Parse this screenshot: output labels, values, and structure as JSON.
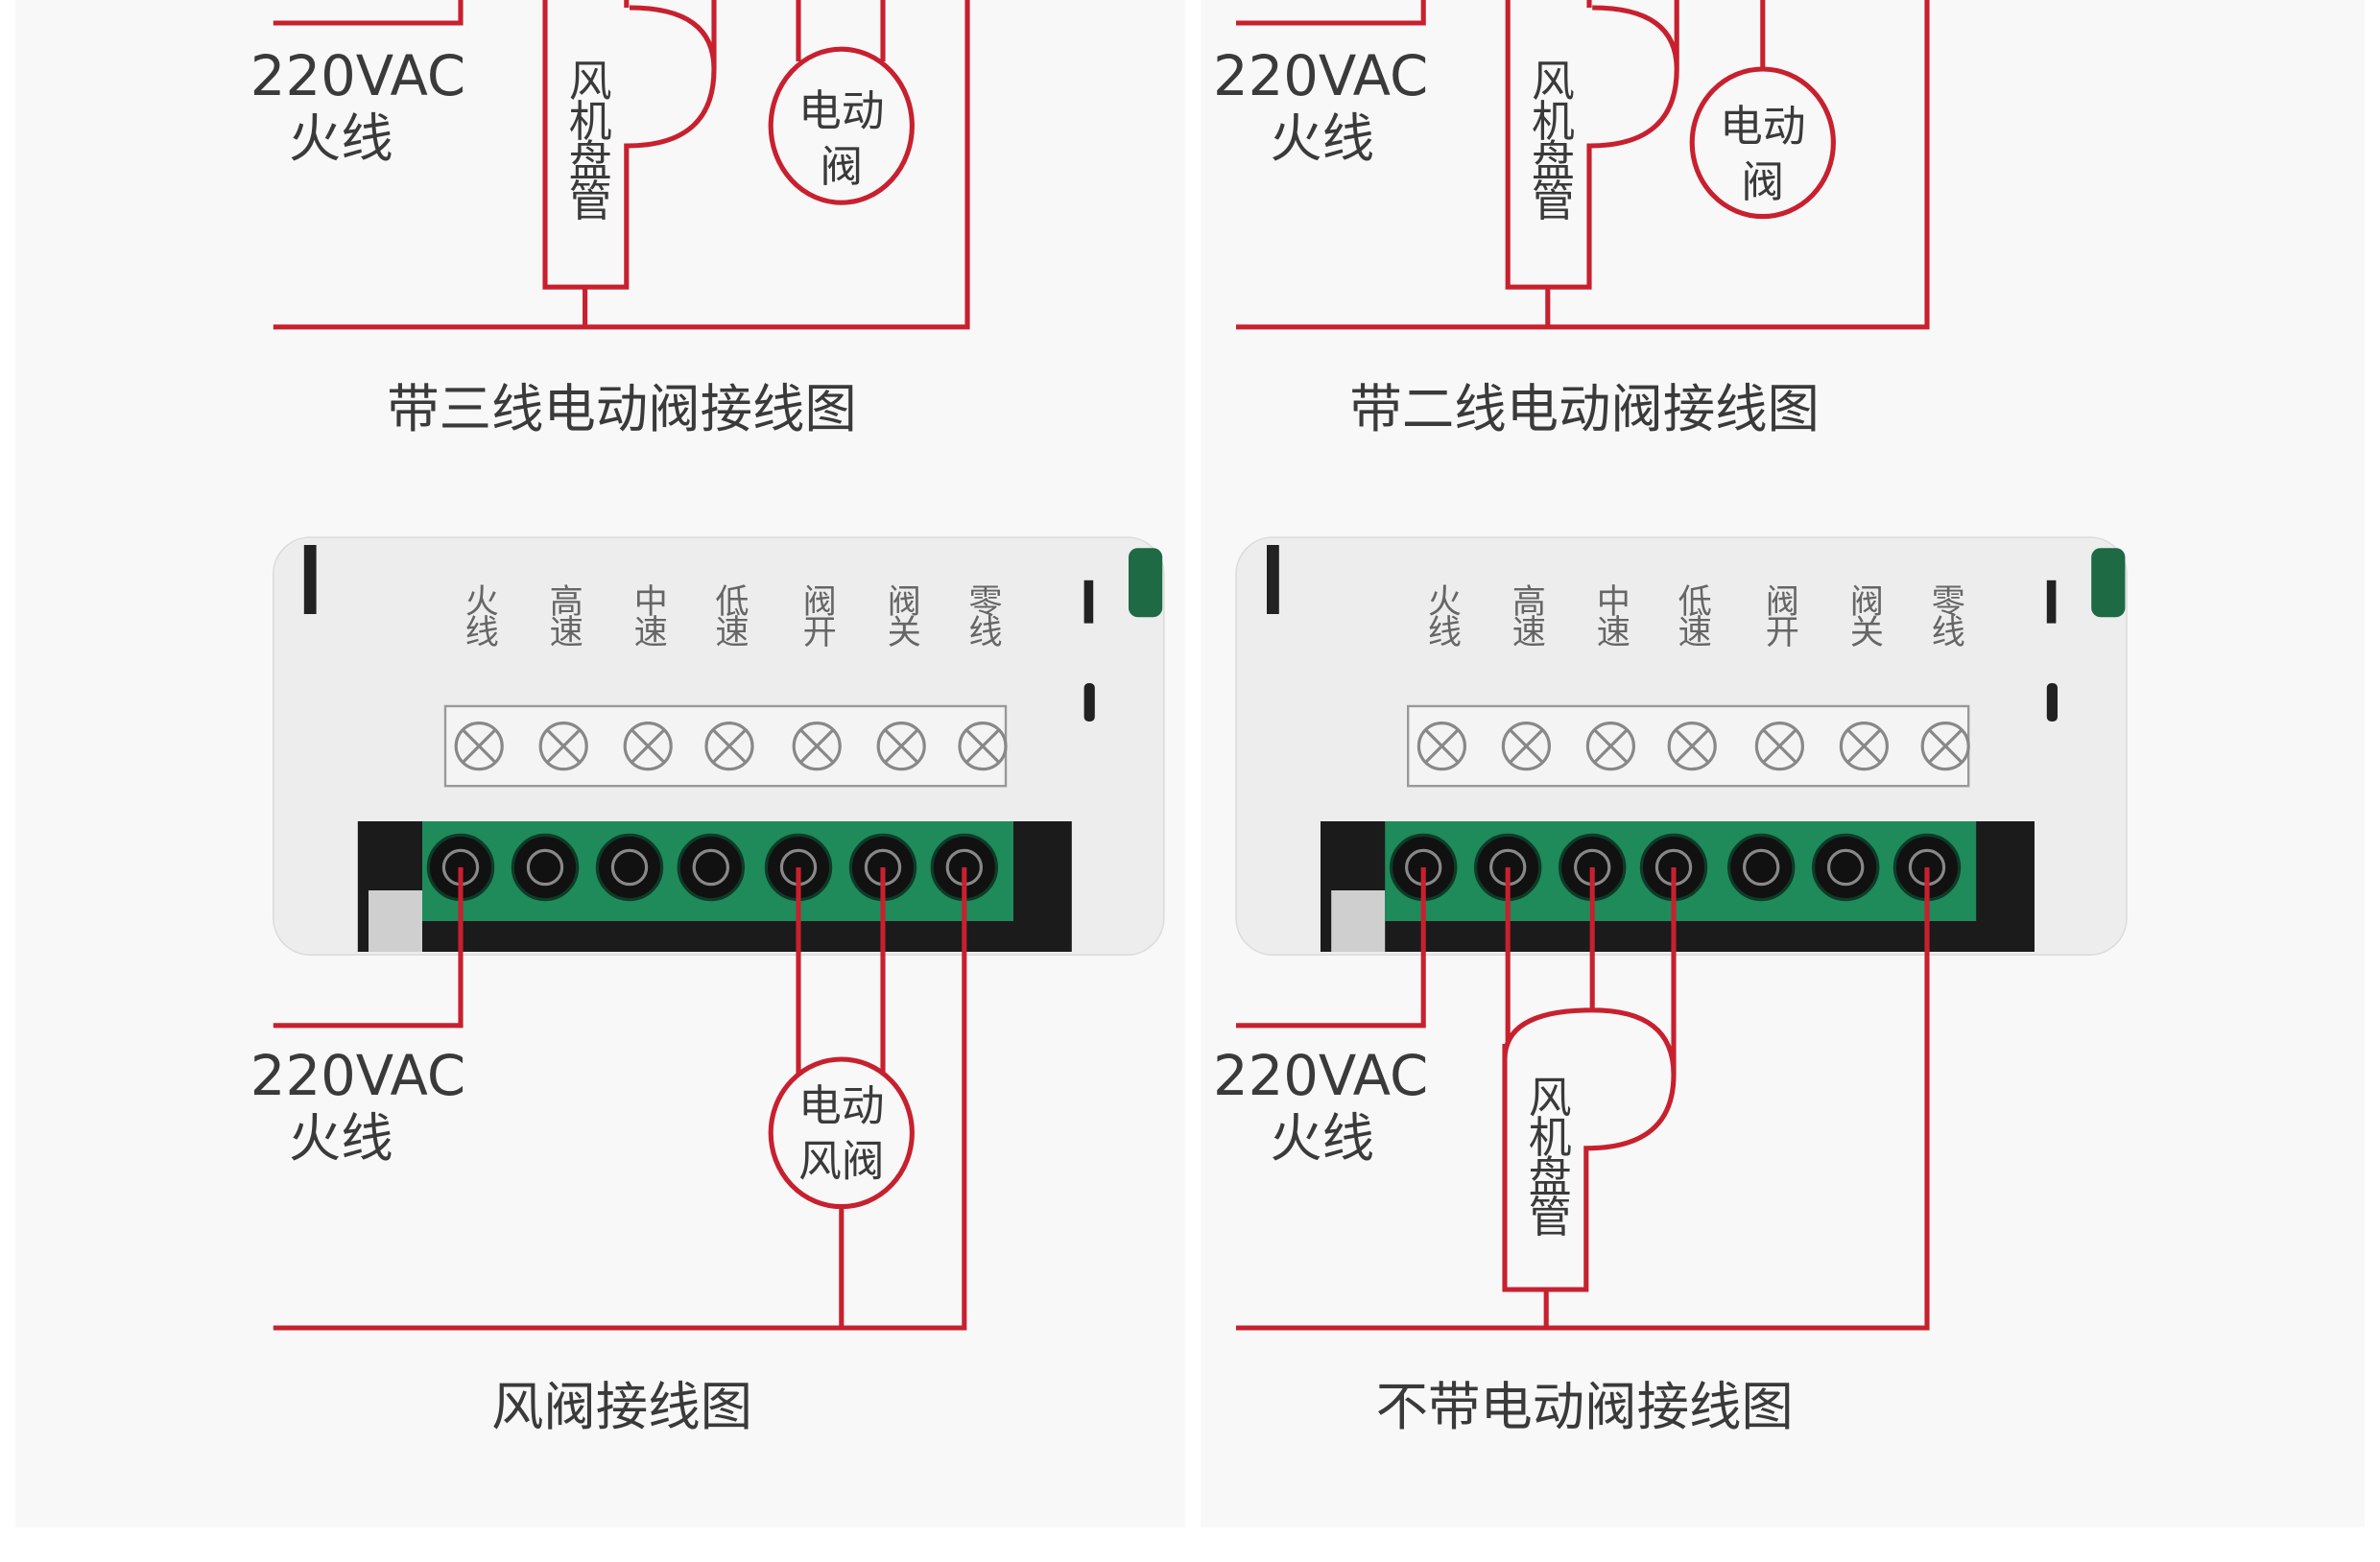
{
  "colors": {
    "wire": "#c8202e",
    "terminal_green": "#1f8a5a",
    "panel_bg": "#f7f7f7"
  },
  "panels": {
    "three_wire_valve": {
      "caption": "带三线电动阀接线图",
      "supply_voltage": "220VAC",
      "supply_line": "火线",
      "fan_coil": "风机盘管",
      "valve_line1": "电动",
      "valve_line2": "阀"
    },
    "two_wire_valve": {
      "caption": "带二线电动阀接线图",
      "supply_voltage": "220VAC",
      "supply_line": "火线",
      "fan_coil": "风机盘管",
      "valve_line1": "电动",
      "valve_line2": "阀"
    },
    "air_damper": {
      "caption": "风阀接线图",
      "supply_voltage": "220VAC",
      "supply_line": "火线",
      "valve_line1": "电动",
      "valve_line2": "风阀"
    },
    "no_valve": {
      "caption": "不带电动阀接线图",
      "supply_voltage": "220VAC",
      "supply_line": "火线",
      "fan_coil": "风机盘管"
    }
  },
  "terminal_labels": [
    "火线",
    "高速",
    "中速",
    "低速",
    "阀开",
    "阀关",
    "零线"
  ]
}
